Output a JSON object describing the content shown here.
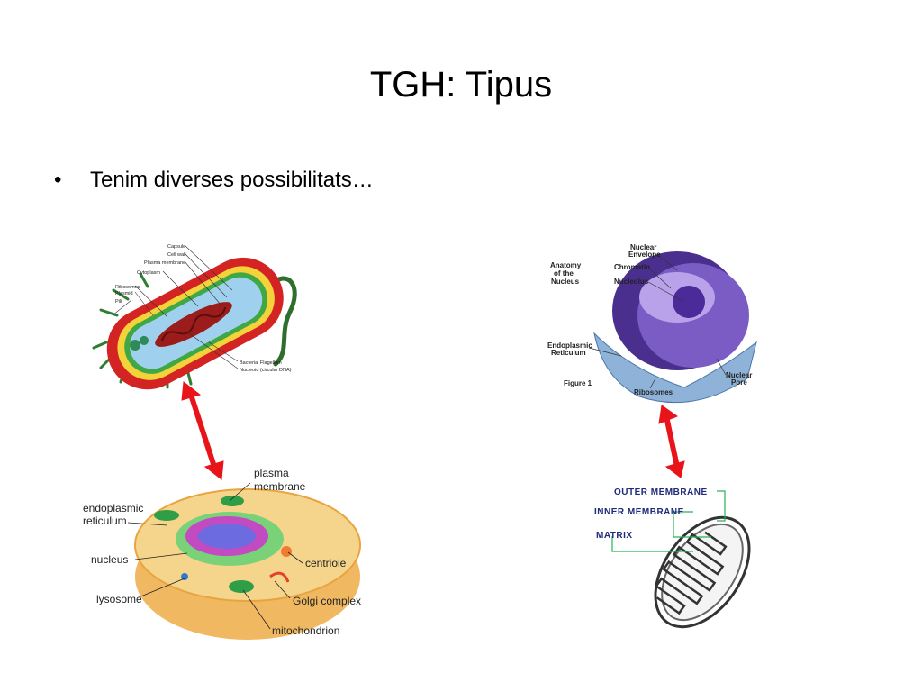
{
  "slide": {
    "title": "TGH: Tipus",
    "bullet_symbol": "•",
    "bullet_text": "Tenim diverses possibilitats…"
  },
  "bacterium": {
    "labels": {
      "capsule": "Capsule",
      "cell_wall": "Cell wall",
      "plasma_membrane": "Plasma membrane",
      "cytoplasm": "Cytoplasm",
      "ribosomes": "Ribosomes",
      "plasmid": "Plasmid",
      "pili": "Pili",
      "flagellum": "Bacterial Flagellum",
      "nucleoid": "Nucleoid (circular DNA)"
    }
  },
  "nucleus": {
    "labels": {
      "title_line1": "Anatomy",
      "title_line2": "of the",
      "title_line3": "Nucleus",
      "envelope_line1": "Nuclear",
      "envelope_line2": "Envelope",
      "chromatin": "Chromatin",
      "nucleolus": "Nucleolus",
      "er_line1": "Endoplasmic",
      "er_line2": "Reticulum",
      "figure": "Figure 1",
      "ribosomes": "Ribosomes",
      "pore_line1": "Nuclear",
      "pore_line2": "Pore"
    }
  },
  "animal_cell": {
    "labels": {
      "plasma_line1": "plasma",
      "plasma_line2": "membrane",
      "er_line1": "endoplasmic",
      "er_line2": "reticulum",
      "nucleus": "nucleus",
      "centriole": "centriole",
      "lysosome": "lysosome",
      "golgi": "Golgi complex",
      "mitochondrion": "mitochondrion"
    }
  },
  "mitochondrion": {
    "labels": {
      "outer": "OUTER MEMBRANE",
      "inner": "INNER MEMBRANE",
      "matrix": "MATRIX"
    }
  },
  "colors": {
    "arrow": "#e8141a",
    "label_line": "#27b35a",
    "bacteria_wall": "#d42323",
    "bacteria_cytoplasm": "#9fd0ee",
    "nucleus_purple": "#7a5cc4",
    "cell_yellow": "#f5d58c"
  },
  "icons": [
    "double-arrow-icon"
  ]
}
